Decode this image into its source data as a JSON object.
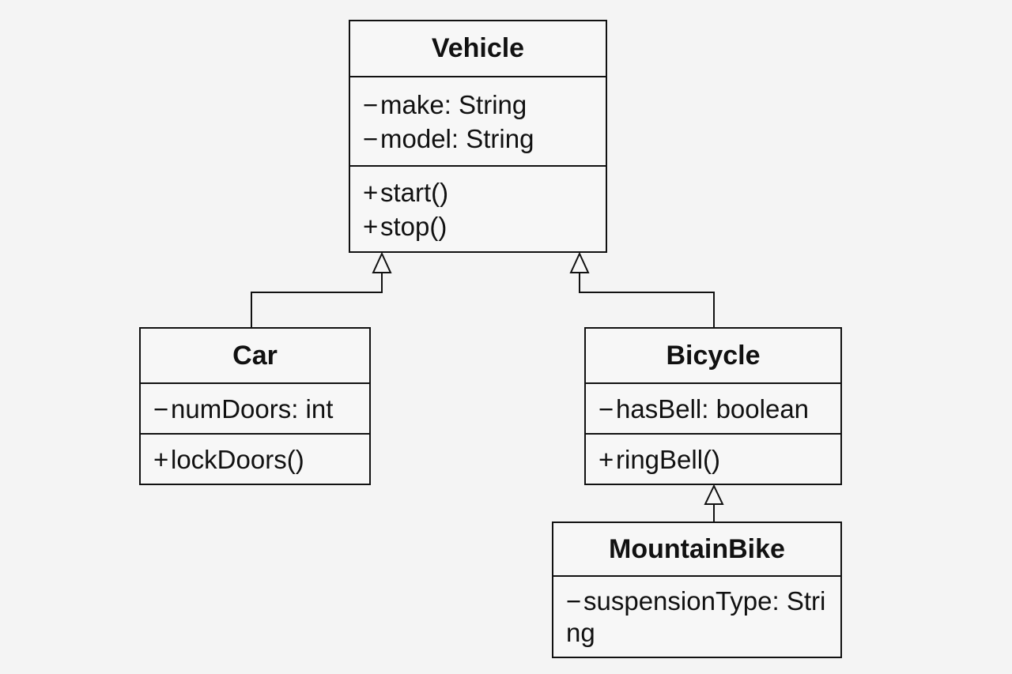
{
  "diagram": {
    "classes": {
      "vehicle": {
        "name": "Vehicle",
        "attributes": [
          {
            "visibility": "−",
            "text": "make: String"
          },
          {
            "visibility": "−",
            "text": "model: String"
          }
        ],
        "operations": [
          {
            "visibility": "+",
            "text": "start()"
          },
          {
            "visibility": "+",
            "text": "stop()"
          }
        ]
      },
      "car": {
        "name": "Car",
        "attributes": [
          {
            "visibility": "−",
            "text": "numDoors: int"
          }
        ],
        "operations": [
          {
            "visibility": "+",
            "text": "lockDoors()"
          }
        ]
      },
      "bicycle": {
        "name": "Bicycle",
        "attributes": [
          {
            "visibility": "−",
            "text": "hasBell: boolean"
          }
        ],
        "operations": [
          {
            "visibility": "+",
            "text": "ringBell()"
          }
        ]
      },
      "mountainbike": {
        "name": "MountainBike",
        "attributes": [
          {
            "visibility": "−",
            "text": "suspensionType: String"
          }
        ]
      }
    },
    "relations": [
      {
        "type": "generalization",
        "from": "Car",
        "to": "Vehicle"
      },
      {
        "type": "generalization",
        "from": "Bicycle",
        "to": "Vehicle"
      },
      {
        "type": "generalization",
        "from": "MountainBike",
        "to": "Bicycle"
      }
    ],
    "colors": {
      "background": "#f4f4f4",
      "line": "#111111",
      "box_fill": "#f7f7f7"
    }
  }
}
